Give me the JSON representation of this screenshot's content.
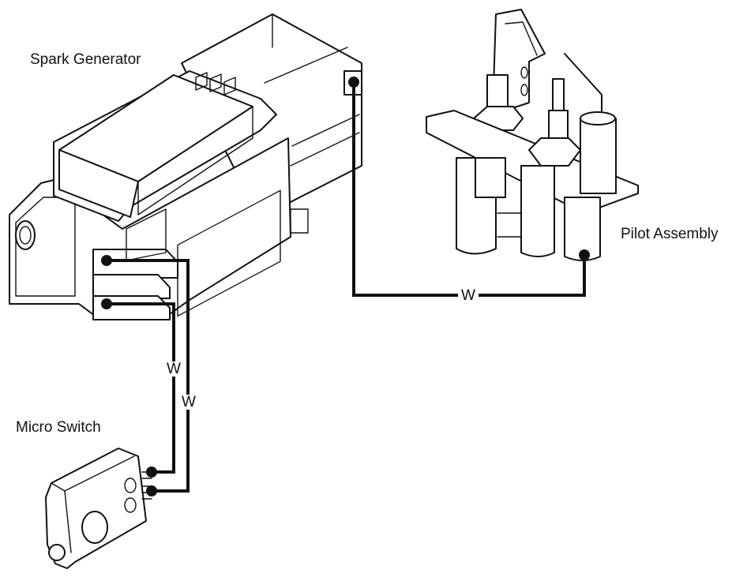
{
  "labels": {
    "spark_generator": "Spark Generator",
    "pilot_assembly": "Pilot Assembly",
    "micro_switch": "Micro Switch"
  },
  "wires": {
    "pilot_wire": "W",
    "switch_wire_a": "W",
    "switch_wire_b": "W"
  },
  "colors": {
    "line": "#111111",
    "background": "#ffffff"
  }
}
